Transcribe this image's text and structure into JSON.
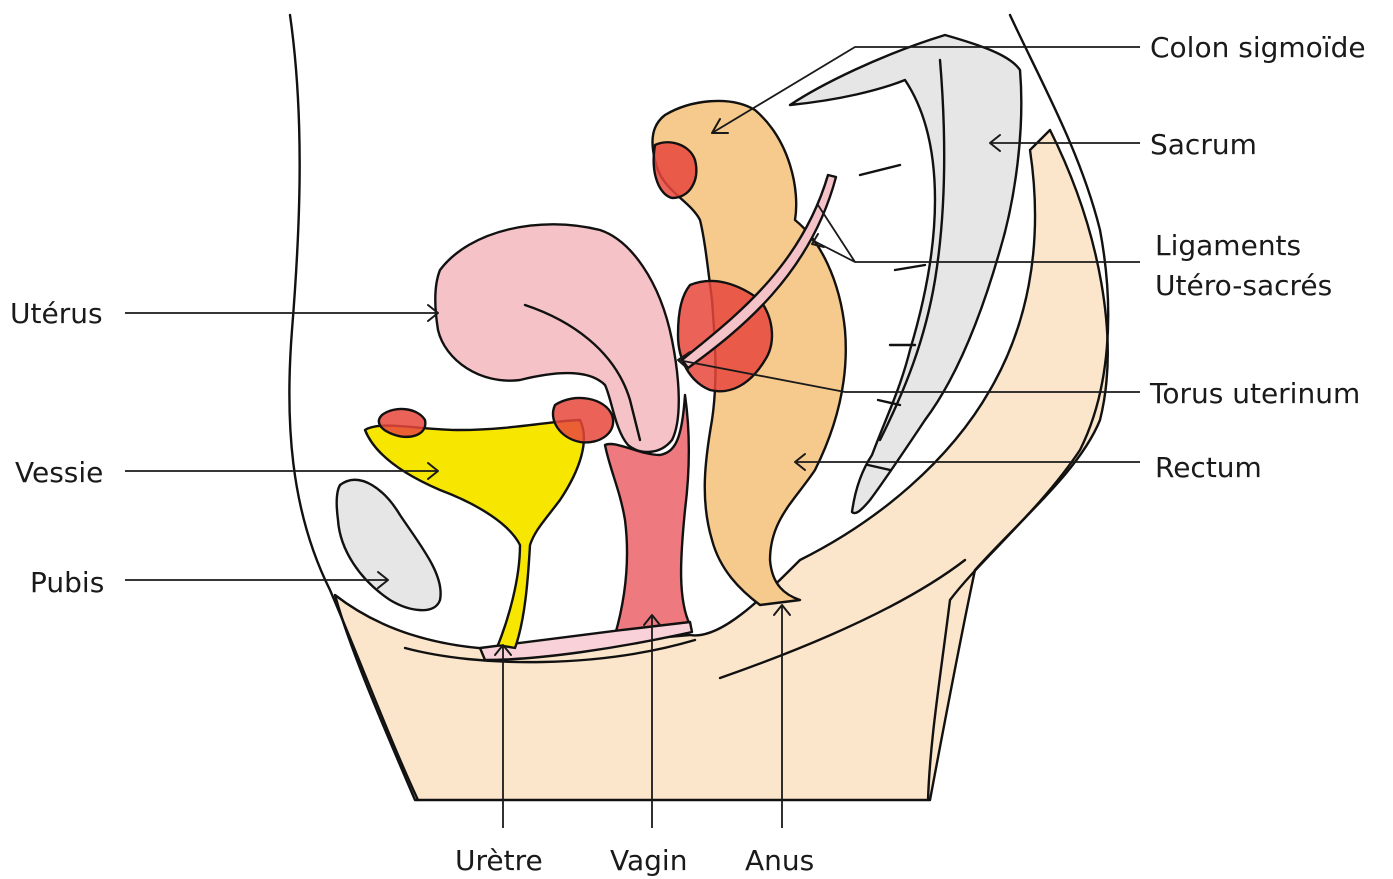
{
  "labels": {
    "colon": "Colon sigmoïde",
    "sacrum": "Sacrum",
    "ligaments_line1": "Ligaments",
    "ligaments_line2": "Utéro-sacrés",
    "uterus": "Utérus",
    "torus": "Torus uterinum",
    "vessie": "Vessie",
    "rectum": "Rectum",
    "pubis": "Pubis",
    "uretre": "Urètre",
    "vagin": "Vagin",
    "anus": "Anus"
  },
  "colors": {
    "skin": "#fbe6cc",
    "bone": "#e6e6e6",
    "uterus": "#f5c2c7",
    "bladder": "#f7e600",
    "vagina": "#ee7a80",
    "rectum": "#f6c98c",
    "highlight": "#e8463c",
    "urethra_floor": "#f8d2d8"
  }
}
